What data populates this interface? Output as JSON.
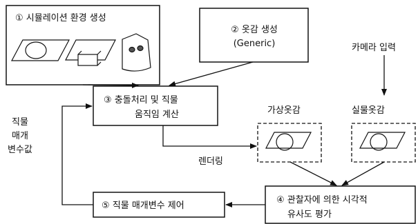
{
  "boxes": {
    "box1": {
      "label": "① 시뮬레이션 환경 생성"
    },
    "box2": {
      "line1": "② 옷감 생성",
      "line2": "(Generic)"
    },
    "box3": {
      "line1": "③ 충돌처리 및 직물",
      "line2": "움직임 계산"
    },
    "box4": {
      "line1": "④ 관찰자에 의한 시각적",
      "line2": "유사도 평가"
    },
    "box5": {
      "label": "⑤ 직물 매개변수 제어"
    },
    "virtual": {
      "label": "가상옷감"
    },
    "real": {
      "label": "실물옷감"
    }
  },
  "labels": {
    "camera": "카메라 입력",
    "rendering": "렌더링",
    "param_line1": "직물",
    "param_line2": "매개",
    "param_line3": "변수값"
  },
  "icons": [
    "plane-circle-icon",
    "box-on-plane-icon",
    "face-shape-icon",
    "plane-circle-icon",
    "plane-circle-icon"
  ]
}
